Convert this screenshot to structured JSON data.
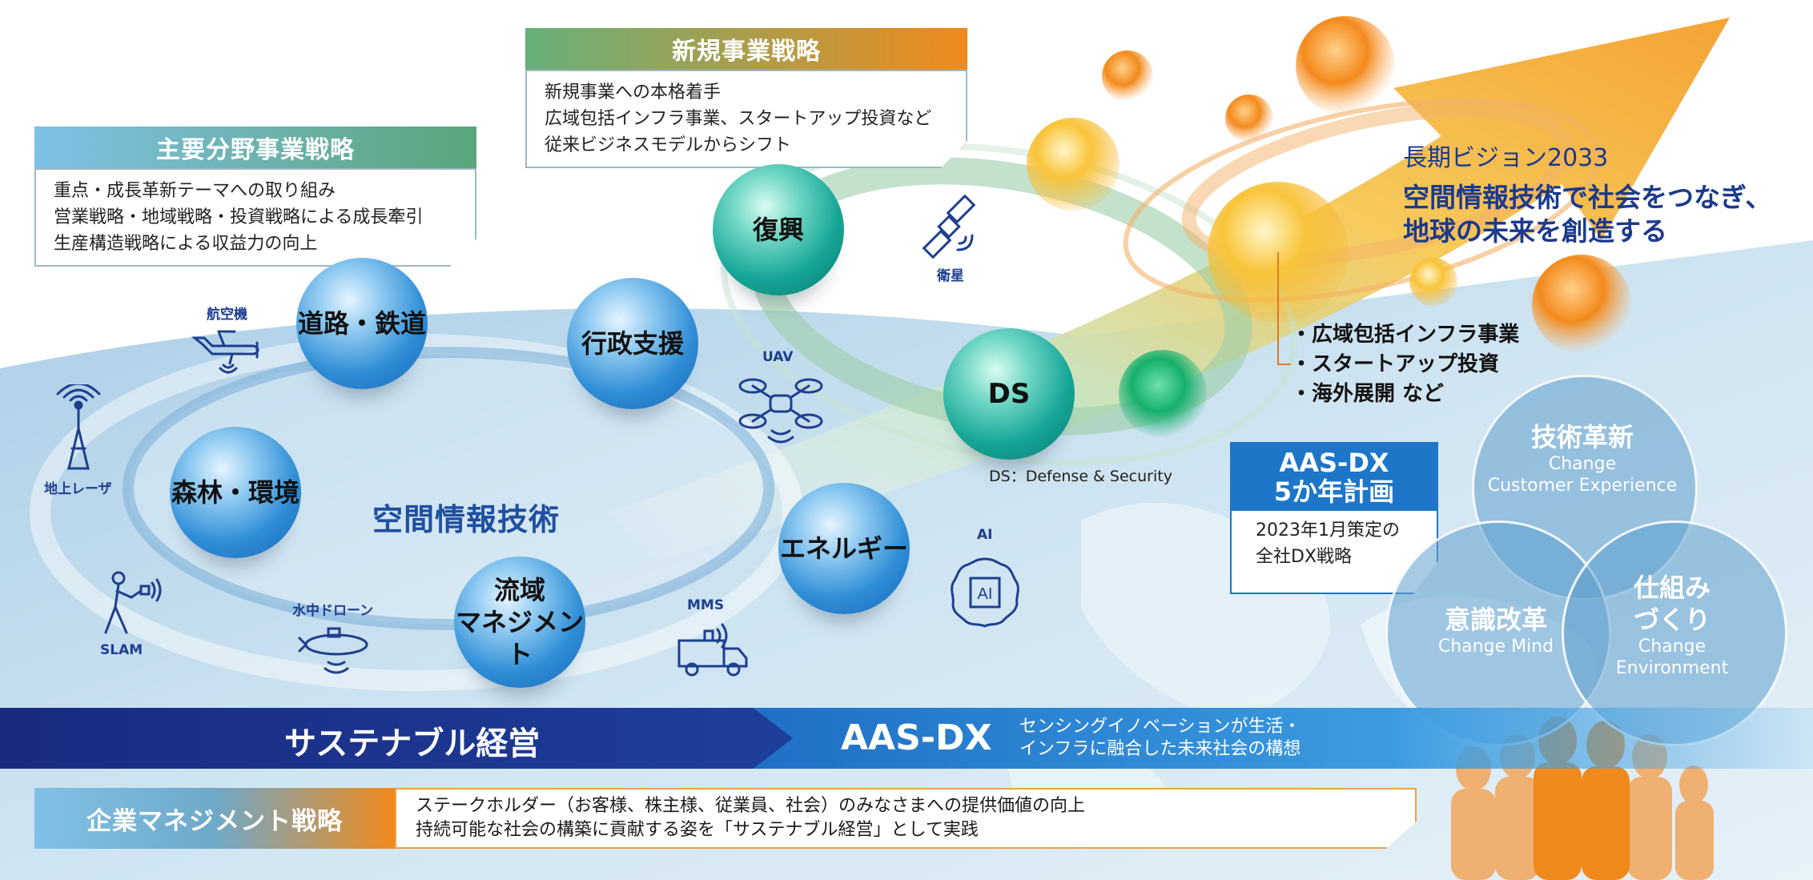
{
  "colors": {
    "navy": "#1a2f86",
    "blue_band": "#1f73c9",
    "green_panel": "#5aa57a",
    "orange_panel": "#f08a1c",
    "headline_blue": "#1a3a8c",
    "venn_fill": "#5c9fcc"
  },
  "main_strategy": {
    "title": "主要分野事業戦略",
    "lines": [
      "重点・成長革新テーマへの取り組み",
      "営業戦略・地域戦略・投資戦略による成長牽引",
      "生産構造戦略による収益力の向上"
    ]
  },
  "new_business": {
    "title": "新規事業戦略",
    "lines": [
      "新規事業への本格着手",
      "広域包括インフラ事業、スタートアップ投資など",
      "従来ビジネスモデルからシフト"
    ]
  },
  "spheres": {
    "road": "道路・鉄道",
    "forest": "森林・環境",
    "basin_line1": "流域",
    "basin_line2": "マネジメント",
    "admin": "行政支援",
    "energy": "エネルギー",
    "recovery": "復興",
    "ds": "DS"
  },
  "center_label": "空間情報技術",
  "ds_note": "DS：Defense & Security",
  "icons": {
    "aircraft": {
      "label": "航空機",
      "icon": "airplane-icon"
    },
    "ground_laser": {
      "label": "地上レーザ",
      "icon": "antenna-tower-icon"
    },
    "slam": {
      "label": "SLAM",
      "icon": "walking-person-scanner-icon"
    },
    "underwater_drone": {
      "label": "水中ドローン",
      "icon": "submarine-icon"
    },
    "mms": {
      "label": "MMS",
      "icon": "mapping-vehicle-icon"
    },
    "uav": {
      "label": "UAV",
      "icon": "drone-icon"
    },
    "ai": {
      "label": "AI",
      "icon": "ai-chip-icon"
    },
    "satellite": {
      "label": "衛星",
      "icon": "satellite-icon"
    }
  },
  "vision": {
    "subtitle": "長期ビジョン2033",
    "line1": "空間情報技術で社会をつなぎ、",
    "line2": "地球の未来を創造する"
  },
  "vision_bullets": [
    "・広域包括インフラ事業",
    "・スタートアップ投資",
    "・海外展開 など"
  ],
  "aasdx_plan": {
    "title_line1": "AAS-DX",
    "title_line2": "5か年計画",
    "body_line1": "2023年1月策定の",
    "body_line2": "全社DX戦略"
  },
  "venn": {
    "tech": {
      "jp": "技術革新",
      "en1": "Change",
      "en2": "Customer Experience"
    },
    "mind": {
      "jp": "意識改革",
      "en1": "Change Mind"
    },
    "env": {
      "jp1": "仕組み",
      "jp2": "づくり",
      "en1": "Change",
      "en2": "Environment"
    }
  },
  "band": {
    "sustainable": "サステナブル経営",
    "aasdx": "AAS-DX",
    "desc1": "センシングイノベーションが生活・",
    "desc2": "インフラに融合した未来社会の構想"
  },
  "corporate": {
    "title": "企業マネジメント戦略",
    "line1": "ステークホルダー（お客様、株主様、従業員、社会）のみなさまへの提供価値の向上",
    "line2": "持続可能な社会の構築に貢献する姿を「サステナブル経営」として実践"
  }
}
